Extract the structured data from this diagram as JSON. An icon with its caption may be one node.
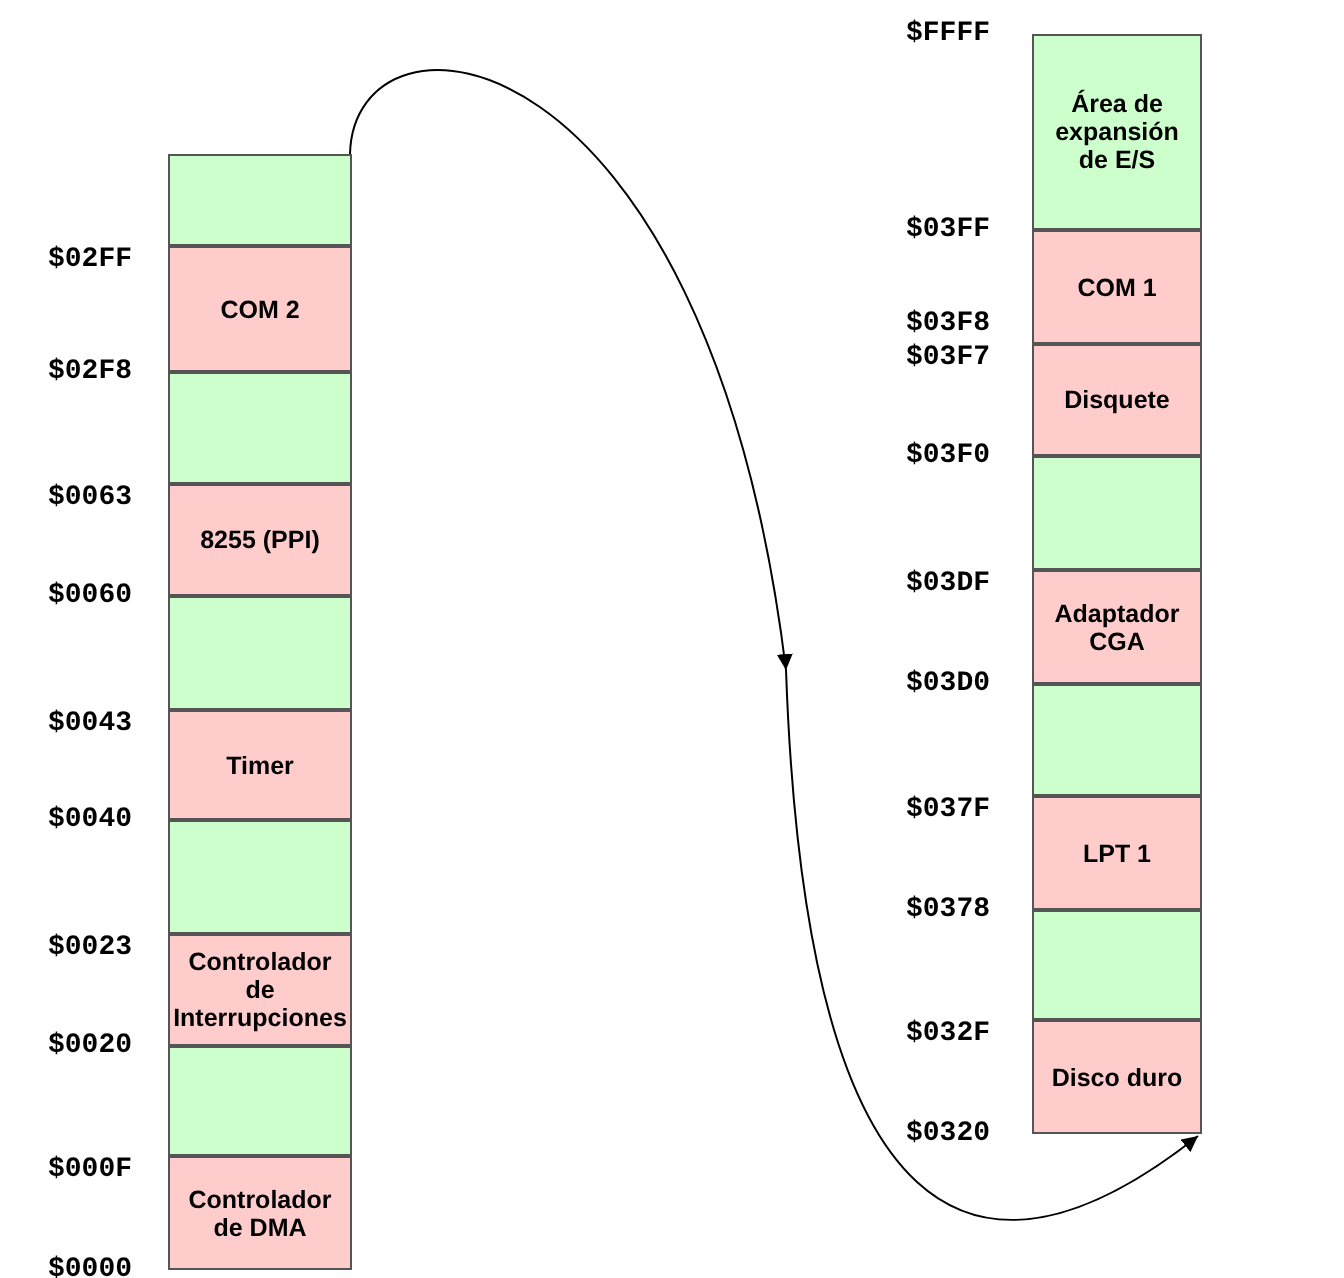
{
  "diagram": {
    "nodes": [
      {
        "text": [],
        "shape": "box"
      },
      {
        "text": [
          "COM 2"
        ]
      },
      {
        "text": [],
        "shape": "box"
      },
      {
        "text": [
          "8255 (PPI)"
        ]
      },
      {
        "text": [],
        "shape": "box"
      },
      {
        "text": [
          "Timer"
        ]
      },
      {
        "text": [],
        "shape": "box"
      },
      {
        "text": [
          "Controlador de Interrupciones"
        ]
      },
      {
        "text": [],
        "shape": "box"
      },
      {
        "text": [
          "Controlador de DMA"
        ]
      },
      {
        "text": [
          "Área de expansión de E/S"
        ]
      },
      {
        "text": [
          "COM 1"
        ]
      },
      {
        "text": [
          "Disquete"
        ]
      },
      {
        "text": [],
        "shape": "box"
      },
      {
        "text": [
          "Adaptador CGA"
        ]
      },
      {
        "text": [],
        "shape": "box"
      },
      {
        "text": [
          "LPT 1"
        ]
      },
      {
        "text": [],
        "shape": "box"
      },
      {
        "text": [
          "Disco duro"
        ]
      }
    ],
    "edges": [
      {
        "from": 0,
        "to": 18,
        "arrow": "to"
      }
    ],
    "labels": [
      "$02FF",
      "$02F8",
      "$0063",
      "$0060",
      "$0043",
      "$0040",
      "$0023",
      "$0020",
      "$000F",
      "$0000",
      "$FFFF",
      "$03FF",
      "$03F8",
      "$03F7",
      "$03F0",
      "$03DF",
      "$03D0",
      "$037F",
      "$0378",
      "$032F",
      "$0320"
    ]
  }
}
